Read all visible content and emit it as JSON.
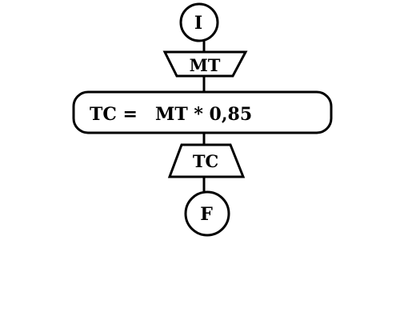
{
  "flowchart": {
    "start": {
      "label": "I"
    },
    "input": {
      "label": "MT"
    },
    "process": {
      "lhs": "TC =",
      "rhs": "MT * 0,85"
    },
    "output": {
      "label": "TC"
    },
    "end": {
      "label": "F"
    }
  },
  "colors": {
    "background": "#ffffff",
    "stroke": "#000000",
    "text": "#000000"
  }
}
